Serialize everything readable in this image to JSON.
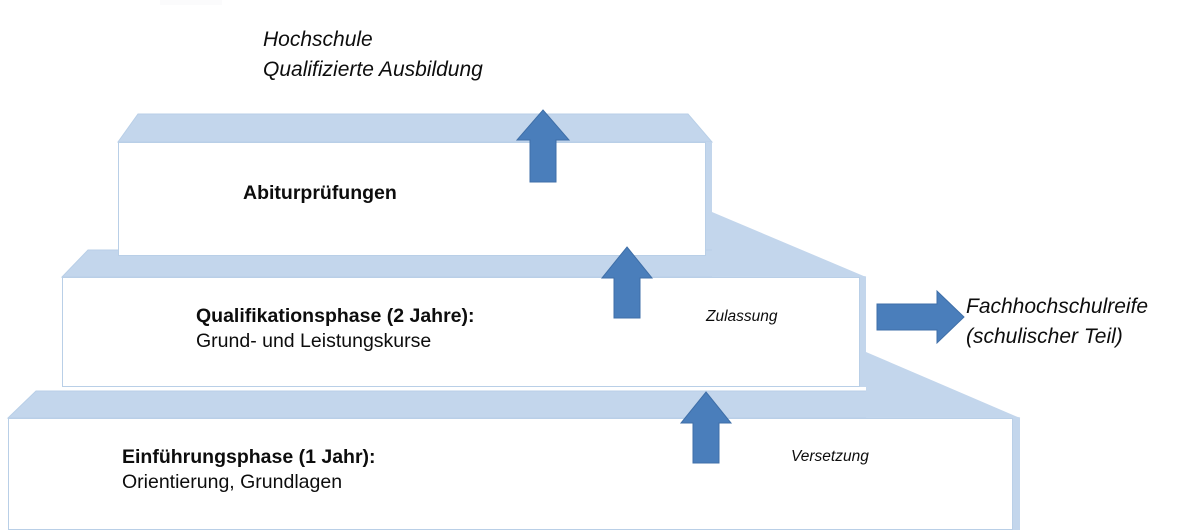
{
  "diagram": {
    "title_top": {
      "line1": "Hochschule",
      "line2": "Qualifizierte Ausbildung"
    },
    "side_outcome": {
      "line1": "Fachhochschulreife",
      "line2": "(schulischer Teil)"
    },
    "tiers": [
      {
        "id": "top",
        "title": "Abiturprüfungen",
        "subtitle": "",
        "note": ""
      },
      {
        "id": "middle",
        "title": "Qualifikationsphase (2 Jahre):",
        "subtitle": "Grund- und Leistungskurse",
        "note": "Zulassung"
      },
      {
        "id": "bottom",
        "title": "Einführungsphase (1 Jahr):",
        "subtitle": "Orientierung, Grundlagen",
        "note": "Versetzung"
      }
    ],
    "arrows": [
      {
        "name": "arrow-up-to-hochschule",
        "direction": "up"
      },
      {
        "name": "arrow-up-to-abiturpruefungen",
        "direction": "up"
      },
      {
        "name": "arrow-up-to-qualifikationsphase",
        "direction": "up"
      },
      {
        "name": "arrow-right-to-fachhochschulreife",
        "direction": "right"
      }
    ],
    "colors": {
      "step_fill": "#c3d6ec",
      "step_stroke": "#b9cfe7",
      "arrow_fill": "#4a7ebb",
      "arrow_stroke": "#3f6fa8",
      "box_fill": "#ffffff",
      "text": "#0d0d0d"
    }
  }
}
